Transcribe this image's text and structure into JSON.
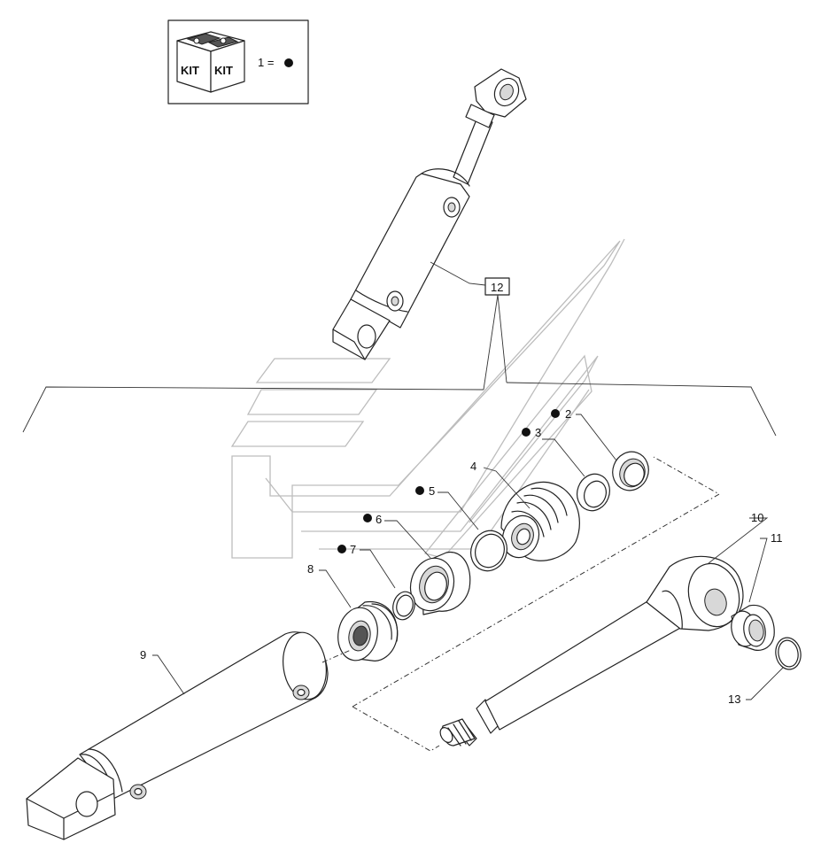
{
  "legend": {
    "kit_word": "KIT",
    "equation": "1 ="
  },
  "callouts": {
    "c2": "2",
    "c3": "3",
    "c4": "4",
    "c5": "5",
    "c6": "6",
    "c7": "7",
    "c8": "8",
    "c9": "9",
    "c10": "10",
    "c11": "11",
    "c12": "12",
    "c13": "13"
  },
  "colors": {
    "line": "#222222",
    "watermark": "#bdbdbd",
    "kit_dot": "#111111"
  }
}
